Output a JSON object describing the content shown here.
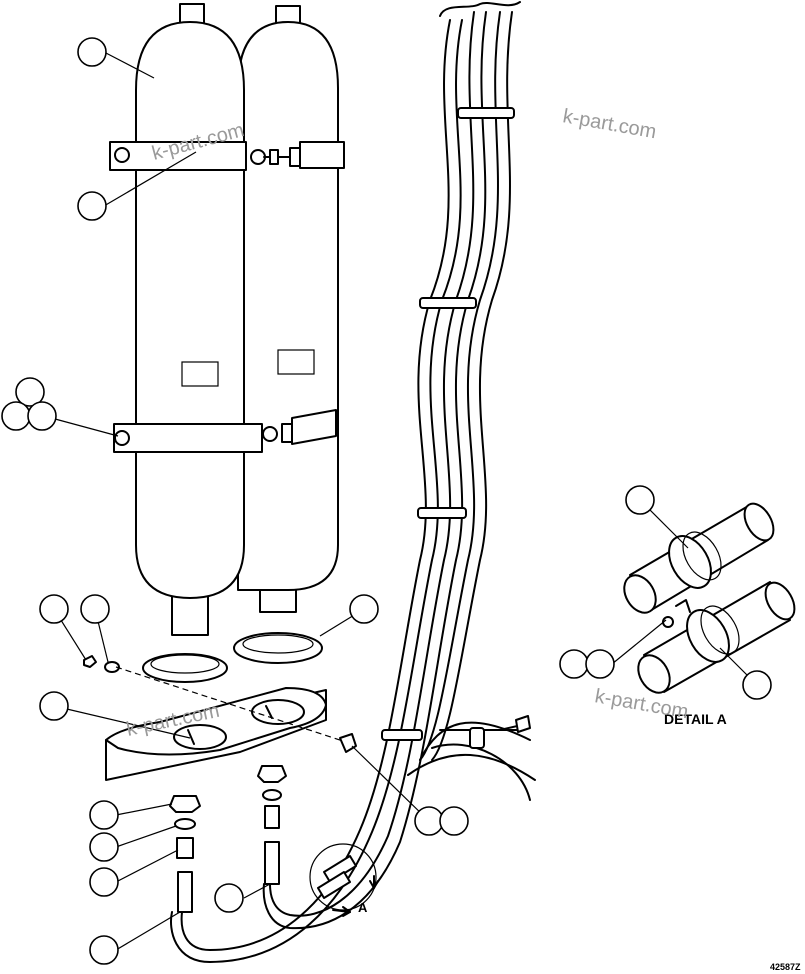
{
  "watermark": "k-part.com",
  "detail_title": "DETAIL A",
  "view_marker": "A",
  "drawing_number": "42587Z"
}
